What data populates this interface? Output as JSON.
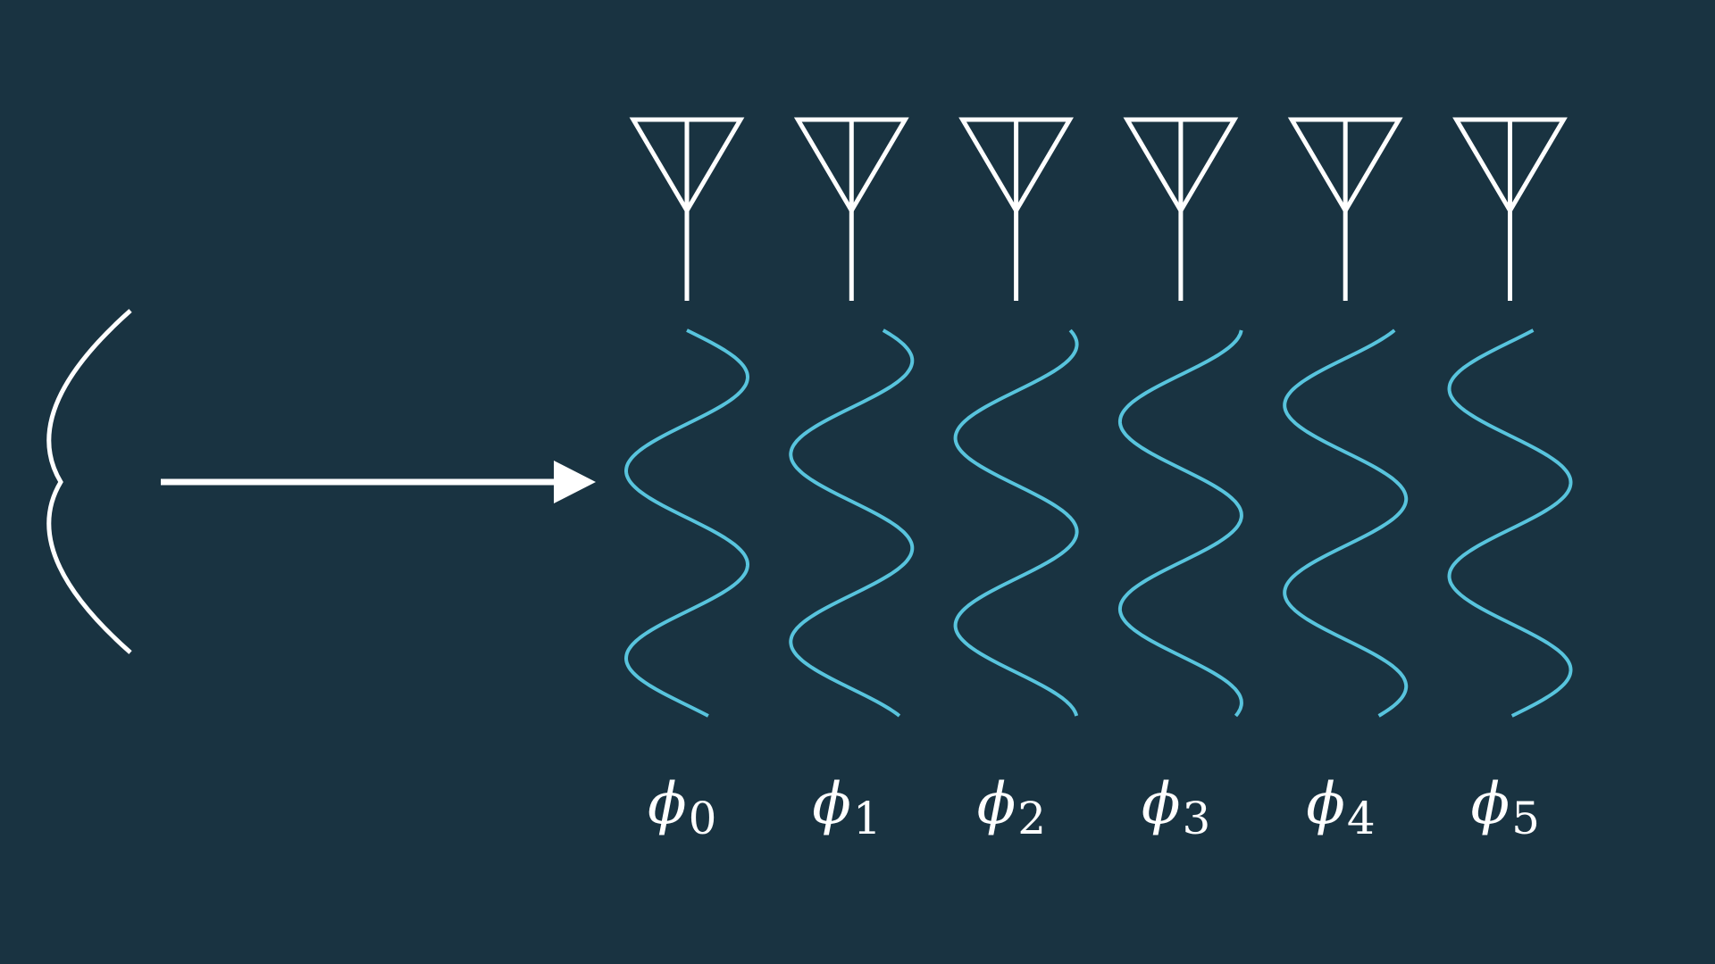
{
  "colors": {
    "background": "#193341",
    "line": "#ffffff",
    "wave": "#58c4dd"
  },
  "source": {
    "icon": "wavefront-arc-icon",
    "arrow_icon": "arrow-right-icon"
  },
  "antennas": [
    {
      "icon": "antenna-icon",
      "symbol": "ϕ",
      "subscript": "0",
      "phase": 0.0
    },
    {
      "icon": "antenna-icon",
      "symbol": "ϕ",
      "subscript": "1",
      "phase": 0.55
    },
    {
      "icon": "antenna-icon",
      "symbol": "ϕ",
      "subscript": "2",
      "phase": 1.1
    },
    {
      "icon": "antenna-icon",
      "symbol": "ϕ",
      "subscript": "3",
      "phase": 1.65
    },
    {
      "icon": "antenna-icon",
      "symbol": "ϕ",
      "subscript": "4",
      "phase": 2.2
    },
    {
      "icon": "antenna-icon",
      "symbol": "ϕ",
      "subscript": "5",
      "phase": 2.75
    }
  ]
}
